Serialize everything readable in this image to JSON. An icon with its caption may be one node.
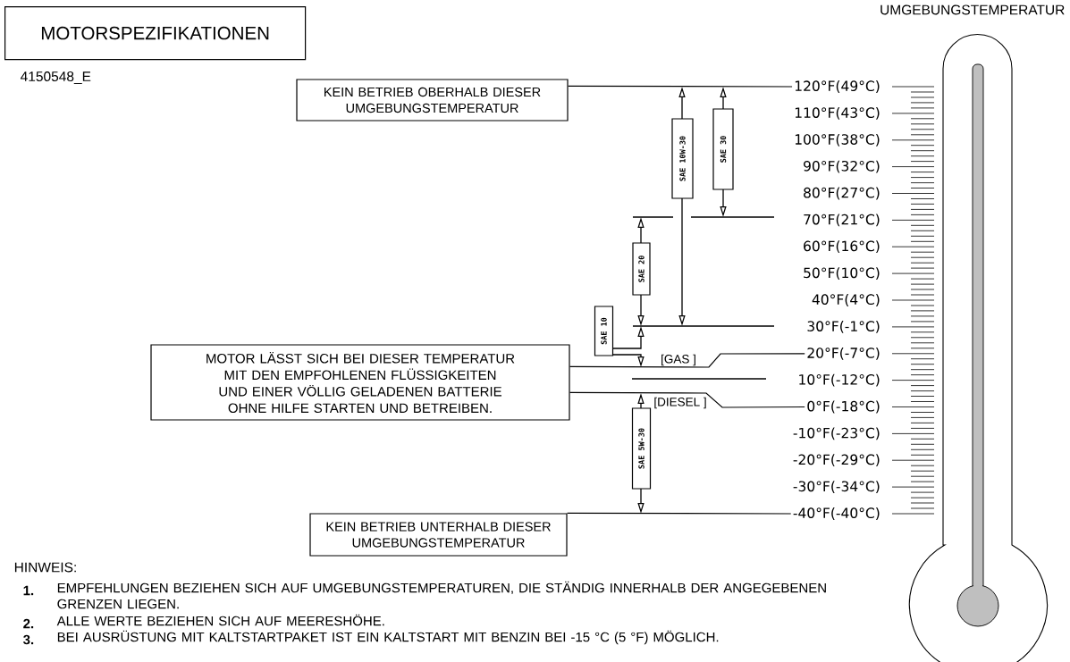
{
  "diagram": {
    "title": "MOTORSPEZIFIKATIONEN",
    "nodes": [
      {
        "text": [
          "KEIN BETRIEB OBERHALB DIESER UMGEBUNGSTEMPERATUR"
        ]
      },
      {
        "text": [
          "SAE 10W-30"
        ]
      },
      {
        "text": [
          "SAE 30"
        ]
      },
      {
        "text": [
          "SAE 20"
        ]
      },
      {
        "text": [
          "SAE 10"
        ]
      },
      {
        "text": [
          "MOTOR LÄSST SICH BEI DIESER TEMPERATUR MIT DEN EMPFOHLENEN FLÜSSIGKEITEN UND EINER VÖLLIG GELADENEN BATTERIE OHNE HILFE STARTEN UND BETREIBEN."
        ]
      },
      {
        "text": [
          "SAE 5W-30"
        ]
      },
      {
        "text": [
          "KEIN BETRIEB UNTERHALB DIESER UMGEBUNGSTEMPERATUR"
        ]
      },
      {
        "text": [
          "120°F(49°C)"
        ]
      },
      {
        "text": [
          "110°F(43°C)"
        ]
      },
      {
        "text": [
          "100°F(38°C)"
        ]
      },
      {
        "text": [
          "90°F(32°C)"
        ]
      },
      {
        "text": [
          "80°F(27°C)"
        ]
      },
      {
        "text": [
          "70°F(21°C)"
        ]
      },
      {
        "text": [
          "60°F(16°C)"
        ]
      },
      {
        "text": [
          "50°F(10°C)"
        ]
      },
      {
        "text": [
          "40°F(4°C)"
        ]
      },
      {
        "text": [
          "30°F(-1°C)"
        ]
      },
      {
        "text": [
          "20°F(-7°C)"
        ]
      },
      {
        "text": [
          "10°F(-12°C)"
        ]
      },
      {
        "text": [
          "0°F(-18°C)"
        ]
      },
      {
        "text": [
          "-10°F(-23°C)"
        ]
      },
      {
        "text": [
          "-20°F(-29°C)"
        ]
      },
      {
        "text": [
          "-30°F(-34°C)"
        ]
      },
      {
        "text": [
          "-40°F(-40°C)"
        ]
      }
    ],
    "edges": [
      {
        "from": 0,
        "to": 8,
        "arrow": "none"
      },
      {
        "from": 5,
        "to": 18,
        "arrow": "none",
        "label": "[GAS ]"
      },
      {
        "from": 5,
        "to": 20,
        "arrow": "none",
        "label": "[DIESEL ]"
      },
      {
        "from": 7,
        "to": 24,
        "arrow": "none"
      }
    ],
    "labels": [
      "UMGEBUNGSTEMPERATUR",
      "4150548_E",
      "HINWEIS:",
      "1.",
      "EMPFEHLUNGEN BEZIEHEN SICH AUF UMGEBUNGSTEMPERATUREN, DIE STÄNDIG INNERHALB DER ANGEGEBENEN GRENZEN LIEGEN.",
      "2.",
      "ALLE WERTE BEZIEHEN SICH AUF MEERESHÖHE.",
      "3.",
      "BEI AUSRÜSTUNG MIT KALTSTARTPAKET IST EIN KALTSTART MIT BENZIN BEI -15 °C (5 °F) MÖGLICH."
    ]
  }
}
